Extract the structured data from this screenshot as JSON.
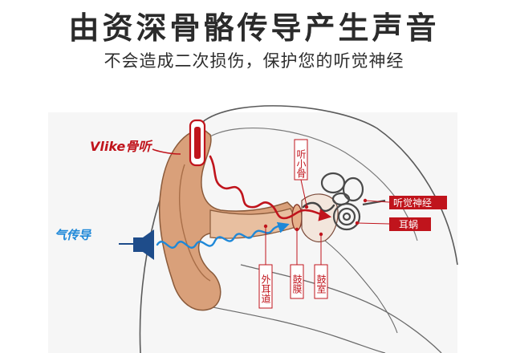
{
  "header": {
    "title": "由资深骨骼传导产生声音",
    "subtitle": "不会造成二次损伤，保护您的听觉神经"
  },
  "diagram": {
    "brand_logo": "Vlike骨听",
    "air_label": "气传导",
    "labels": {
      "ossicles": "听小骨",
      "auditory_nerve": "听觉神经",
      "cochlea": "耳蜗",
      "ear_canal": "外耳道",
      "eardrum": "鼓膜",
      "tympanic_cavity": "鼓室"
    },
    "colors": {
      "bone_conduction": "#c0141c",
      "air_conduction": "#1e88d8",
      "skin": "#d9a07a",
      "outline": "#5a5a5a"
    }
  }
}
